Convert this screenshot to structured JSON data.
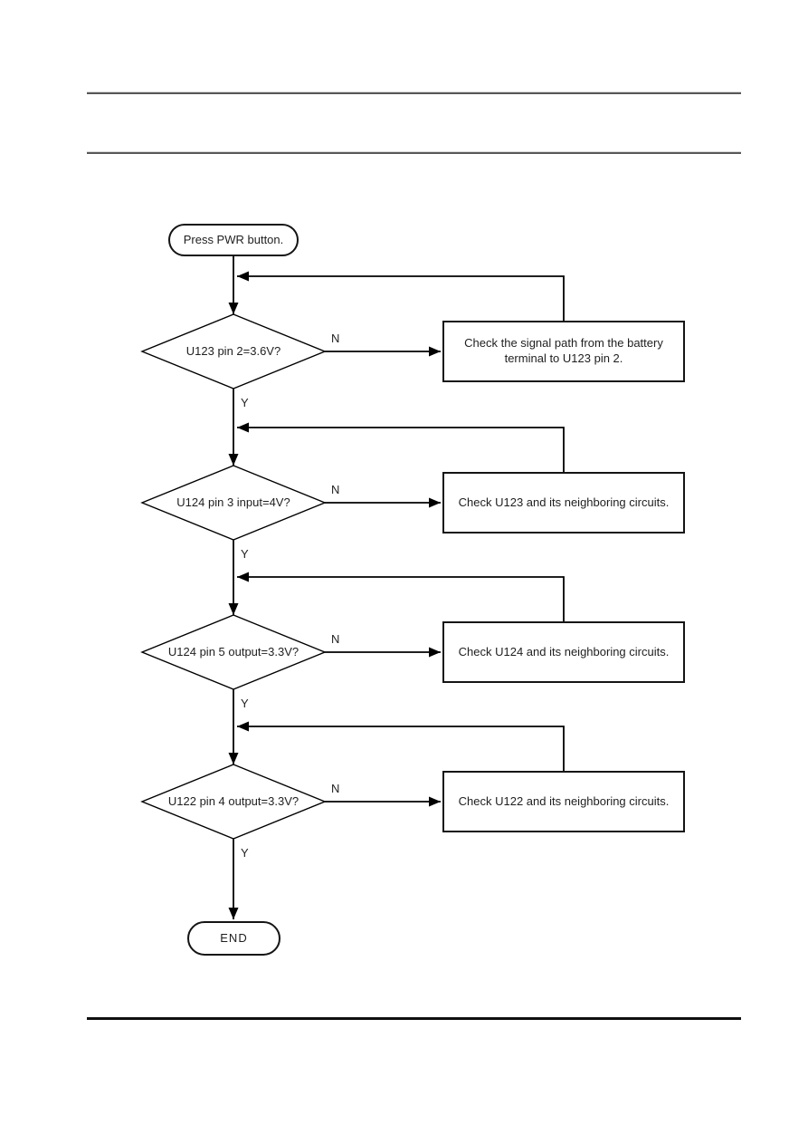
{
  "flowchart": {
    "start": {
      "label": "Press PWR button."
    },
    "end": {
      "label": "END"
    },
    "branch_labels": {
      "no": "N",
      "yes": "Y"
    },
    "steps": [
      {
        "decision": "U123 pin 2=3.6V?",
        "action": "Check the signal path from the battery terminal to U123 pin 2."
      },
      {
        "decision": "U124 pin 3 input=4V?",
        "action": "Check U123 and its neighboring circuits."
      },
      {
        "decision": "U124 pin 5 output=3.3V?",
        "action": "Check U124 and its neighboring circuits."
      },
      {
        "decision": "U122 pin 4 output=3.3V?",
        "action": "Check U122 and its neighboring circuits."
      }
    ],
    "colors": {
      "line": "#000000",
      "header_rule": "#58585a",
      "footer_rule": "#101010",
      "background": "#ffffff"
    }
  }
}
